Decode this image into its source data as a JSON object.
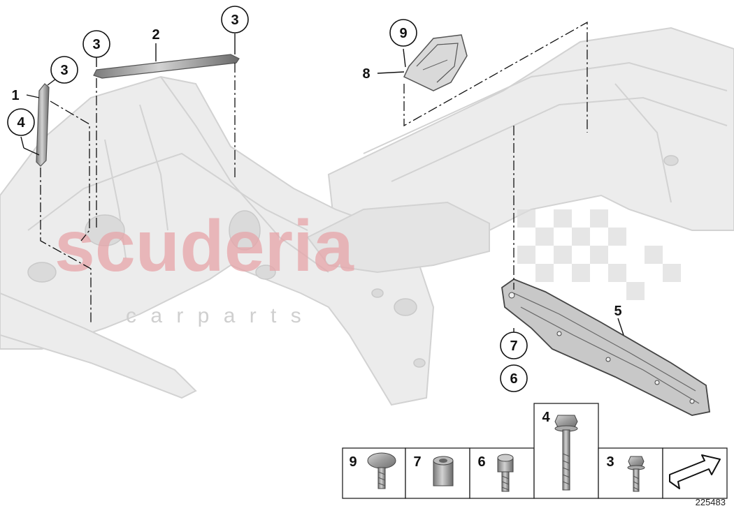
{
  "watermark": {
    "brand": "scuderia",
    "sub": "c a r   p a r t s"
  },
  "callouts": [
    {
      "id": "c1",
      "label": "1"
    },
    {
      "id": "c2",
      "label": "2"
    },
    {
      "id": "c3a",
      "label": "3"
    },
    {
      "id": "c3b",
      "label": "3"
    },
    {
      "id": "c3c",
      "label": "3"
    },
    {
      "id": "c4",
      "label": "4"
    },
    {
      "id": "c5",
      "label": "5"
    },
    {
      "id": "c6",
      "label": "6"
    },
    {
      "id": "c7",
      "label": "7"
    },
    {
      "id": "c8",
      "label": "8"
    },
    {
      "id": "c9",
      "label": "9"
    }
  ],
  "legend": [
    {
      "label": "9",
      "part": "pan-head-screw"
    },
    {
      "label": "7",
      "part": "spacer-sleeve"
    },
    {
      "label": "6",
      "part": "hex-socket-screw"
    },
    {
      "label": "4",
      "part": "hex-bolt-long"
    },
    {
      "label": "3",
      "part": "hex-bolt-short"
    }
  ],
  "diagram_number": "225483",
  "colors": {
    "body_fill": "#ececec",
    "body_stroke": "#cfcfcf",
    "parts": "#8a8a8a",
    "watermark": "#e7a5a9"
  }
}
